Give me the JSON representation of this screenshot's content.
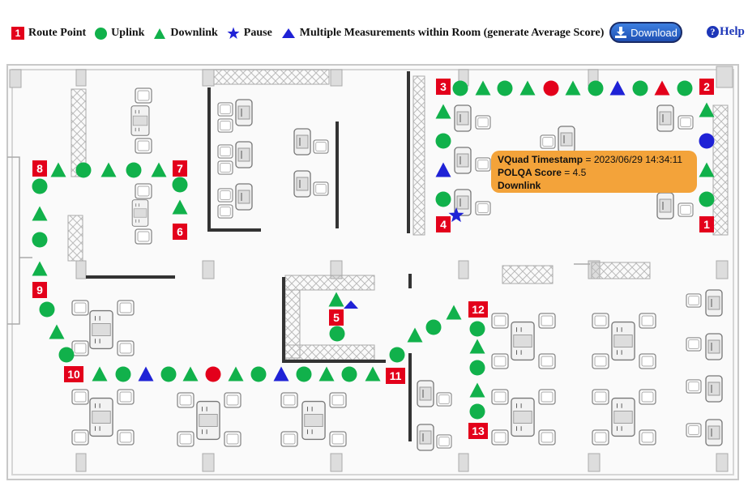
{
  "legend": {
    "route_point": {
      "label": "Route Point",
      "sample": "1"
    },
    "uplink": {
      "label": "Uplink"
    },
    "downlink": {
      "label": "Downlink"
    },
    "pause": {
      "label": "Pause"
    },
    "multiple": {
      "label": "Multiple Measurements within Room (generate Average Score)"
    }
  },
  "toolbar": {
    "download_label": "Download",
    "help_label": "Help"
  },
  "tooltip": {
    "timestamp_label": "VQuad Timestamp",
    "timestamp_value": "2023/06/29 14:34:11",
    "score_label": "POLQA Score",
    "score_value": "4.5",
    "direction": "Downlink"
  },
  "colors": {
    "route_red": "#e3001b",
    "uplink_green": "#11b14b",
    "downlink_green": "#11b14b",
    "pause_blue": "#1f22d6",
    "bad_red": "#e3001b",
    "tooltip": "#f3a33a"
  },
  "route_points": [
    {
      "label": "1"
    },
    {
      "label": "2"
    },
    {
      "label": "3"
    },
    {
      "label": "4"
    },
    {
      "label": "5"
    },
    {
      "label": "6"
    },
    {
      "label": "7"
    },
    {
      "label": "8"
    },
    {
      "label": "9"
    },
    {
      "label": "10"
    },
    {
      "label": "11"
    },
    {
      "label": "12"
    },
    {
      "label": "13"
    }
  ],
  "icons": {
    "download": "download-icon",
    "help": "help-icon"
  }
}
